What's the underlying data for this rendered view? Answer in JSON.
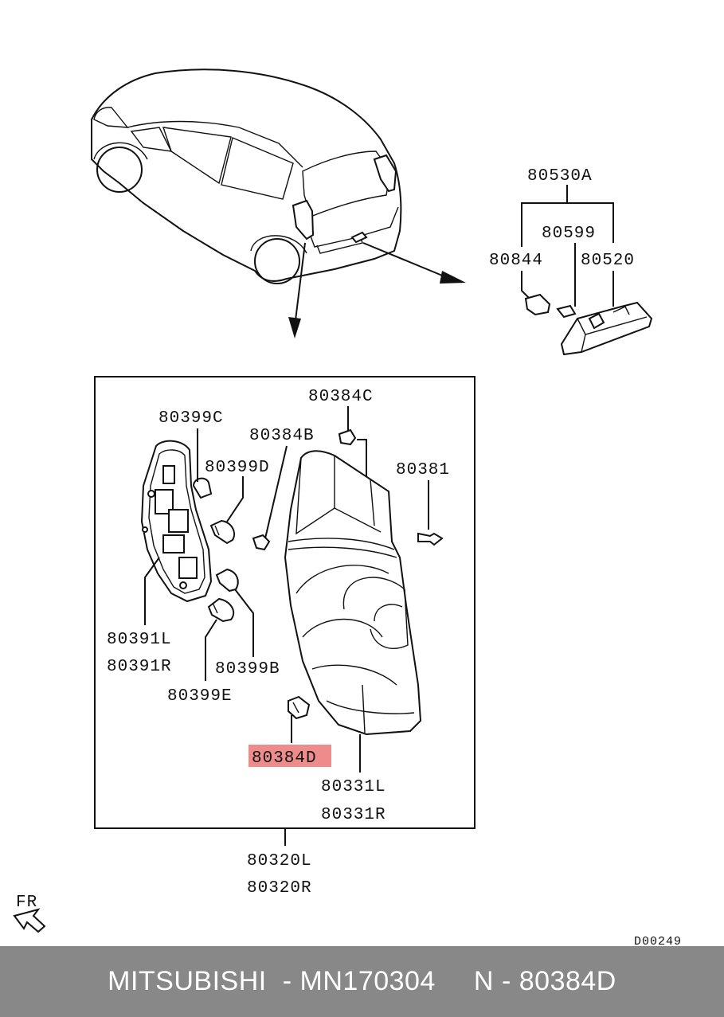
{
  "labels": {
    "assembly_top": "80530A",
    "bulb_small": "80599",
    "socket_small": "80844",
    "license_lamp": "80520",
    "clip_c": "80384C",
    "clip_b": "80384B",
    "bulb_c": "80399C",
    "bulb_d": "80399D",
    "screw": "80381",
    "holder_l": "80391L",
    "holder_r": "80391R",
    "bulb_b": "80399B",
    "bulb_e": "80399E",
    "clip_d": "80384D",
    "lens_l": "80331L",
    "lens_r": "80331R",
    "lamp_l": "80320L",
    "lamp_r": "80320R",
    "front_marker": "FR",
    "diagram_id": "D00249"
  },
  "highlight_color": "#ee8c8c",
  "footer": {
    "brand": "MITSUBISHI",
    "dash1": "-",
    "part_number": "MN170304",
    "code_prefix": "N",
    "dash2": "-",
    "code": "80384D",
    "background": "#888888"
  }
}
